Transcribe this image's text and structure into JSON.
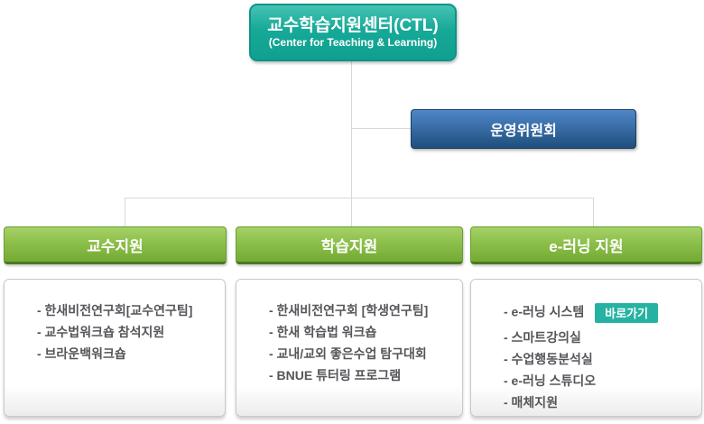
{
  "org_chart": {
    "root": {
      "title": "교수학습지원센터(CTL)",
      "subtitle": "(Center for Teaching & Learning)"
    },
    "committee": {
      "label": "운영위원회"
    },
    "columns": [
      {
        "header": "교수지원",
        "items": [
          {
            "text": "- 한새비전연구회[교수연구팀]"
          },
          {
            "text": "- 교수법워크숍 참석지원"
          },
          {
            "text": "- 브라운백워크숍"
          }
        ]
      },
      {
        "header": "학습지원",
        "items": [
          {
            "text": "- 한새비전연구회 [학생연구팀]"
          },
          {
            "text": "- 한새 학습법 워크숍"
          },
          {
            "text": "- 교내/교외 좋은수업 탐구대회"
          },
          {
            "text": "- BNUE 튜터링 프로그램"
          }
        ]
      },
      {
        "header": "e-러닝 지원",
        "items": [
          {
            "text": "- e-러닝 시스템",
            "badge": "바로가기"
          },
          {
            "text": "- 스마트강의실"
          },
          {
            "text": "- 수업행동분석실"
          },
          {
            "text": "- e-러닝 스튜디오"
          },
          {
            "text": "- 매체지원"
          }
        ]
      }
    ]
  },
  "colors": {
    "root_teal": "#14a795",
    "committee_blue": "#35689f",
    "header_green": "#8abd48",
    "badge_teal": "#26b2a2",
    "connector_line": "#d8d8d8",
    "panel_border": "#c9c9c9",
    "item_text": "#55565a"
  }
}
